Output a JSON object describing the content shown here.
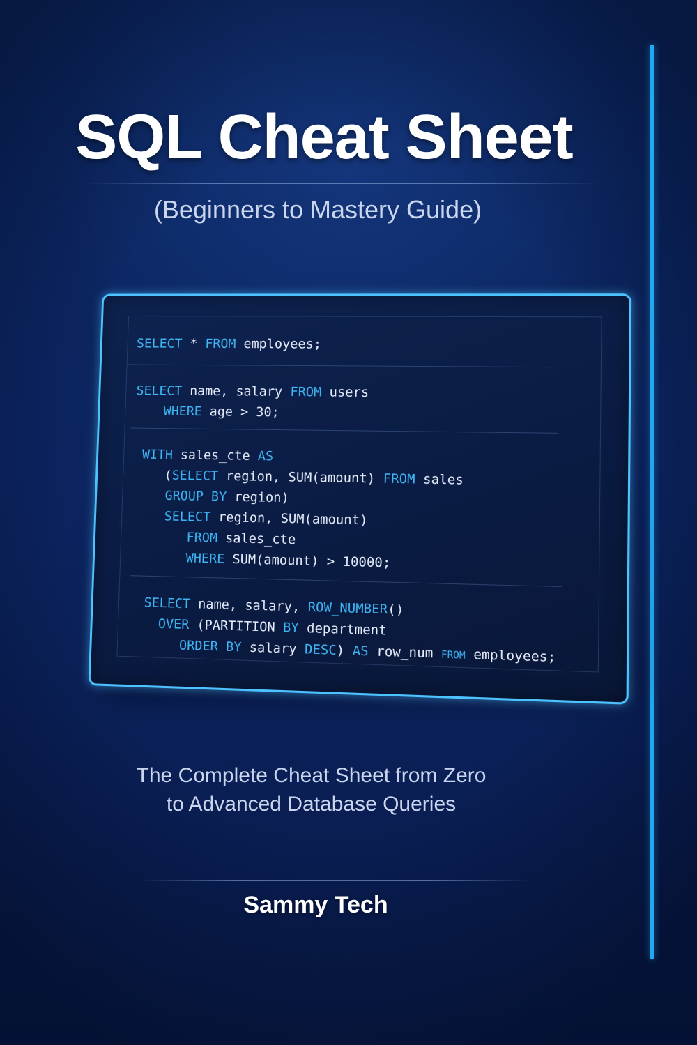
{
  "cover": {
    "title": "SQL Cheat Sheet",
    "subtitle": "(Beginners to Mastery Guide)",
    "tagline_line1": "The Complete Cheat Sheet from Zero",
    "tagline_line2": "to Advanced Database Queries",
    "author": "Sammy Tech",
    "accent_color": "#22a8f0",
    "keyword_color": "#3fb6f5",
    "background_color": "#0b2460"
  },
  "code": {
    "q1_l1": [
      {
        "t": "SELECT",
        "k": true
      },
      {
        "t": " * ",
        "k": false
      },
      {
        "t": "FROM",
        "k": true
      },
      {
        "t": " employees;",
        "k": false
      }
    ],
    "q2_l1": [
      {
        "t": "SELECT",
        "k": true
      },
      {
        "t": " name, salary ",
        "k": false
      },
      {
        "t": "FROM",
        "k": true
      },
      {
        "t": " users",
        "k": false
      }
    ],
    "q2_l2": [
      {
        "t": "WHERE",
        "k": true
      },
      {
        "t": " age > 30;",
        "k": false
      }
    ],
    "q3_l1": [
      {
        "t": "WITH",
        "k": true
      },
      {
        "t": " sales_cte ",
        "k": false
      },
      {
        "t": "AS",
        "k": true
      }
    ],
    "q3_l2": [
      {
        "t": "(",
        "k": false
      },
      {
        "t": "SELECT",
        "k": true
      },
      {
        "t": " region, SUM(amount) ",
        "k": false
      },
      {
        "t": "FROM",
        "k": true
      },
      {
        "t": " sales",
        "k": false
      }
    ],
    "q3_l3": [
      {
        "t": "GROUP BY",
        "k": true
      },
      {
        "t": " region)",
        "k": false
      }
    ],
    "q3_l4": [
      {
        "t": "SELECT",
        "k": true
      },
      {
        "t": " region, SUM(amount)",
        "k": false
      }
    ],
    "q3_l5": [
      {
        "t": "FROM",
        "k": true
      },
      {
        "t": " sales_cte",
        "k": false
      }
    ],
    "q3_l6": [
      {
        "t": "WHERE",
        "k": true
      },
      {
        "t": " SUM(amount) > 10000;",
        "k": false
      }
    ],
    "q4_l1": [
      {
        "t": "SELECT",
        "k": true
      },
      {
        "t": " name, salary, ",
        "k": false
      },
      {
        "t": "ROW_NUMBER",
        "k": true
      },
      {
        "t": "()",
        "k": false
      }
    ],
    "q4_l2": [
      {
        "t": "OVER",
        "k": true
      },
      {
        "t": " (PARTITION ",
        "k": false
      },
      {
        "t": "BY",
        "k": true
      },
      {
        "t": " department",
        "k": false
      }
    ],
    "q4_l3": [
      {
        "t": "ORDER BY",
        "k": true
      },
      {
        "t": " salary ",
        "k": false
      },
      {
        "t": "DESC",
        "k": true
      },
      {
        "t": ") ",
        "k": false
      },
      {
        "t": "AS",
        "k": true
      },
      {
        "t": " row_num ",
        "k": false
      },
      {
        "t": "FROM",
        "k": "small"
      },
      {
        "t": " employees;",
        "k": false
      }
    ]
  }
}
